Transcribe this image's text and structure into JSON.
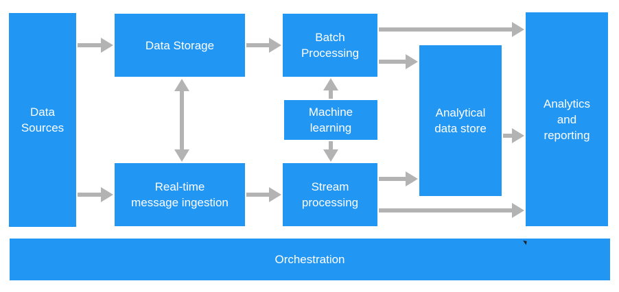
{
  "diagram": {
    "nodes": {
      "data_sources": "Data\nSources",
      "data_storage": "Data Storage",
      "batch_processing": "Batch\nProcessing",
      "machine_learning": "Machine\nlearning",
      "realtime_ingestion": "Real-time\nmessage ingestion",
      "stream_processing": "Stream\nprocessing",
      "analytical_store": "Analytical\ndata store",
      "analytics_reporting": "Analytics\nand\nreporting",
      "orchestration": "Orchestration"
    },
    "edges": [
      {
        "from": "data_sources",
        "to": "data_storage"
      },
      {
        "from": "data_sources",
        "to": "realtime_ingestion"
      },
      {
        "from": "data_storage",
        "to": "batch_processing"
      },
      {
        "from": "data_storage",
        "to": "realtime_ingestion",
        "bidirectional": true
      },
      {
        "from": "realtime_ingestion",
        "to": "stream_processing"
      },
      {
        "from": "machine_learning",
        "to": "batch_processing"
      },
      {
        "from": "machine_learning",
        "to": "stream_processing"
      },
      {
        "from": "batch_processing",
        "to": "analytics_reporting"
      },
      {
        "from": "batch_processing",
        "to": "analytical_store"
      },
      {
        "from": "stream_processing",
        "to": "analytical_store"
      },
      {
        "from": "stream_processing",
        "to": "analytics_reporting"
      },
      {
        "from": "analytical_store",
        "to": "analytics_reporting"
      }
    ],
    "colors": {
      "box": "#2196f3",
      "box_text": "#ffffff",
      "arrow": "#b3b3b3"
    }
  }
}
